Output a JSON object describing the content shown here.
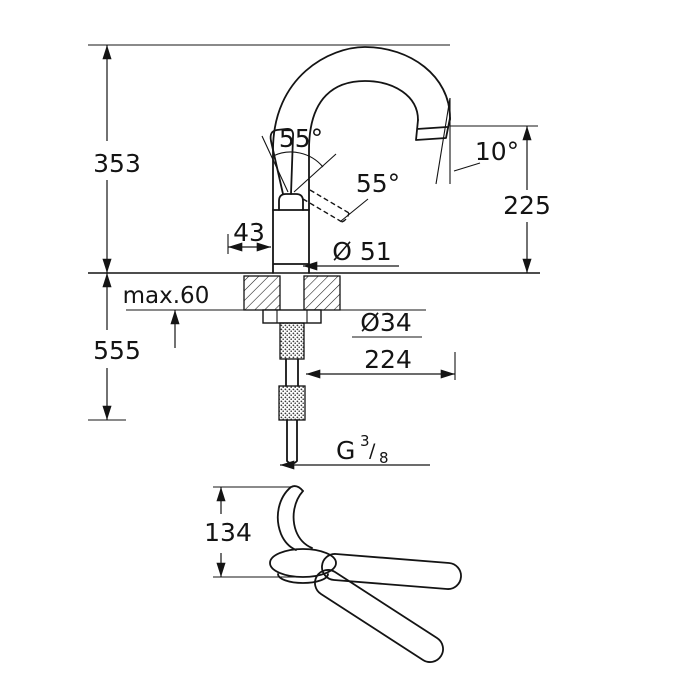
{
  "drawing": {
    "title": "kitchen-faucet-dimension-drawing",
    "dims": {
      "height_above_deck": "353",
      "spout_outlet_height": "225",
      "handle_open_angle": "55°",
      "handle_swivel_angle": "55°",
      "outlet_angle": "10°",
      "body_offset": "43",
      "body_diameter": "Ø 51",
      "max_deck_thickness": "max.60",
      "hole_diameter": "Ø34",
      "height_below_deck": "555",
      "spout_reach": "224",
      "lever_view_height": "134"
    },
    "thread": {
      "prefix": "G",
      "numerator": "3",
      "slash": "/",
      "denominator": "8"
    }
  }
}
